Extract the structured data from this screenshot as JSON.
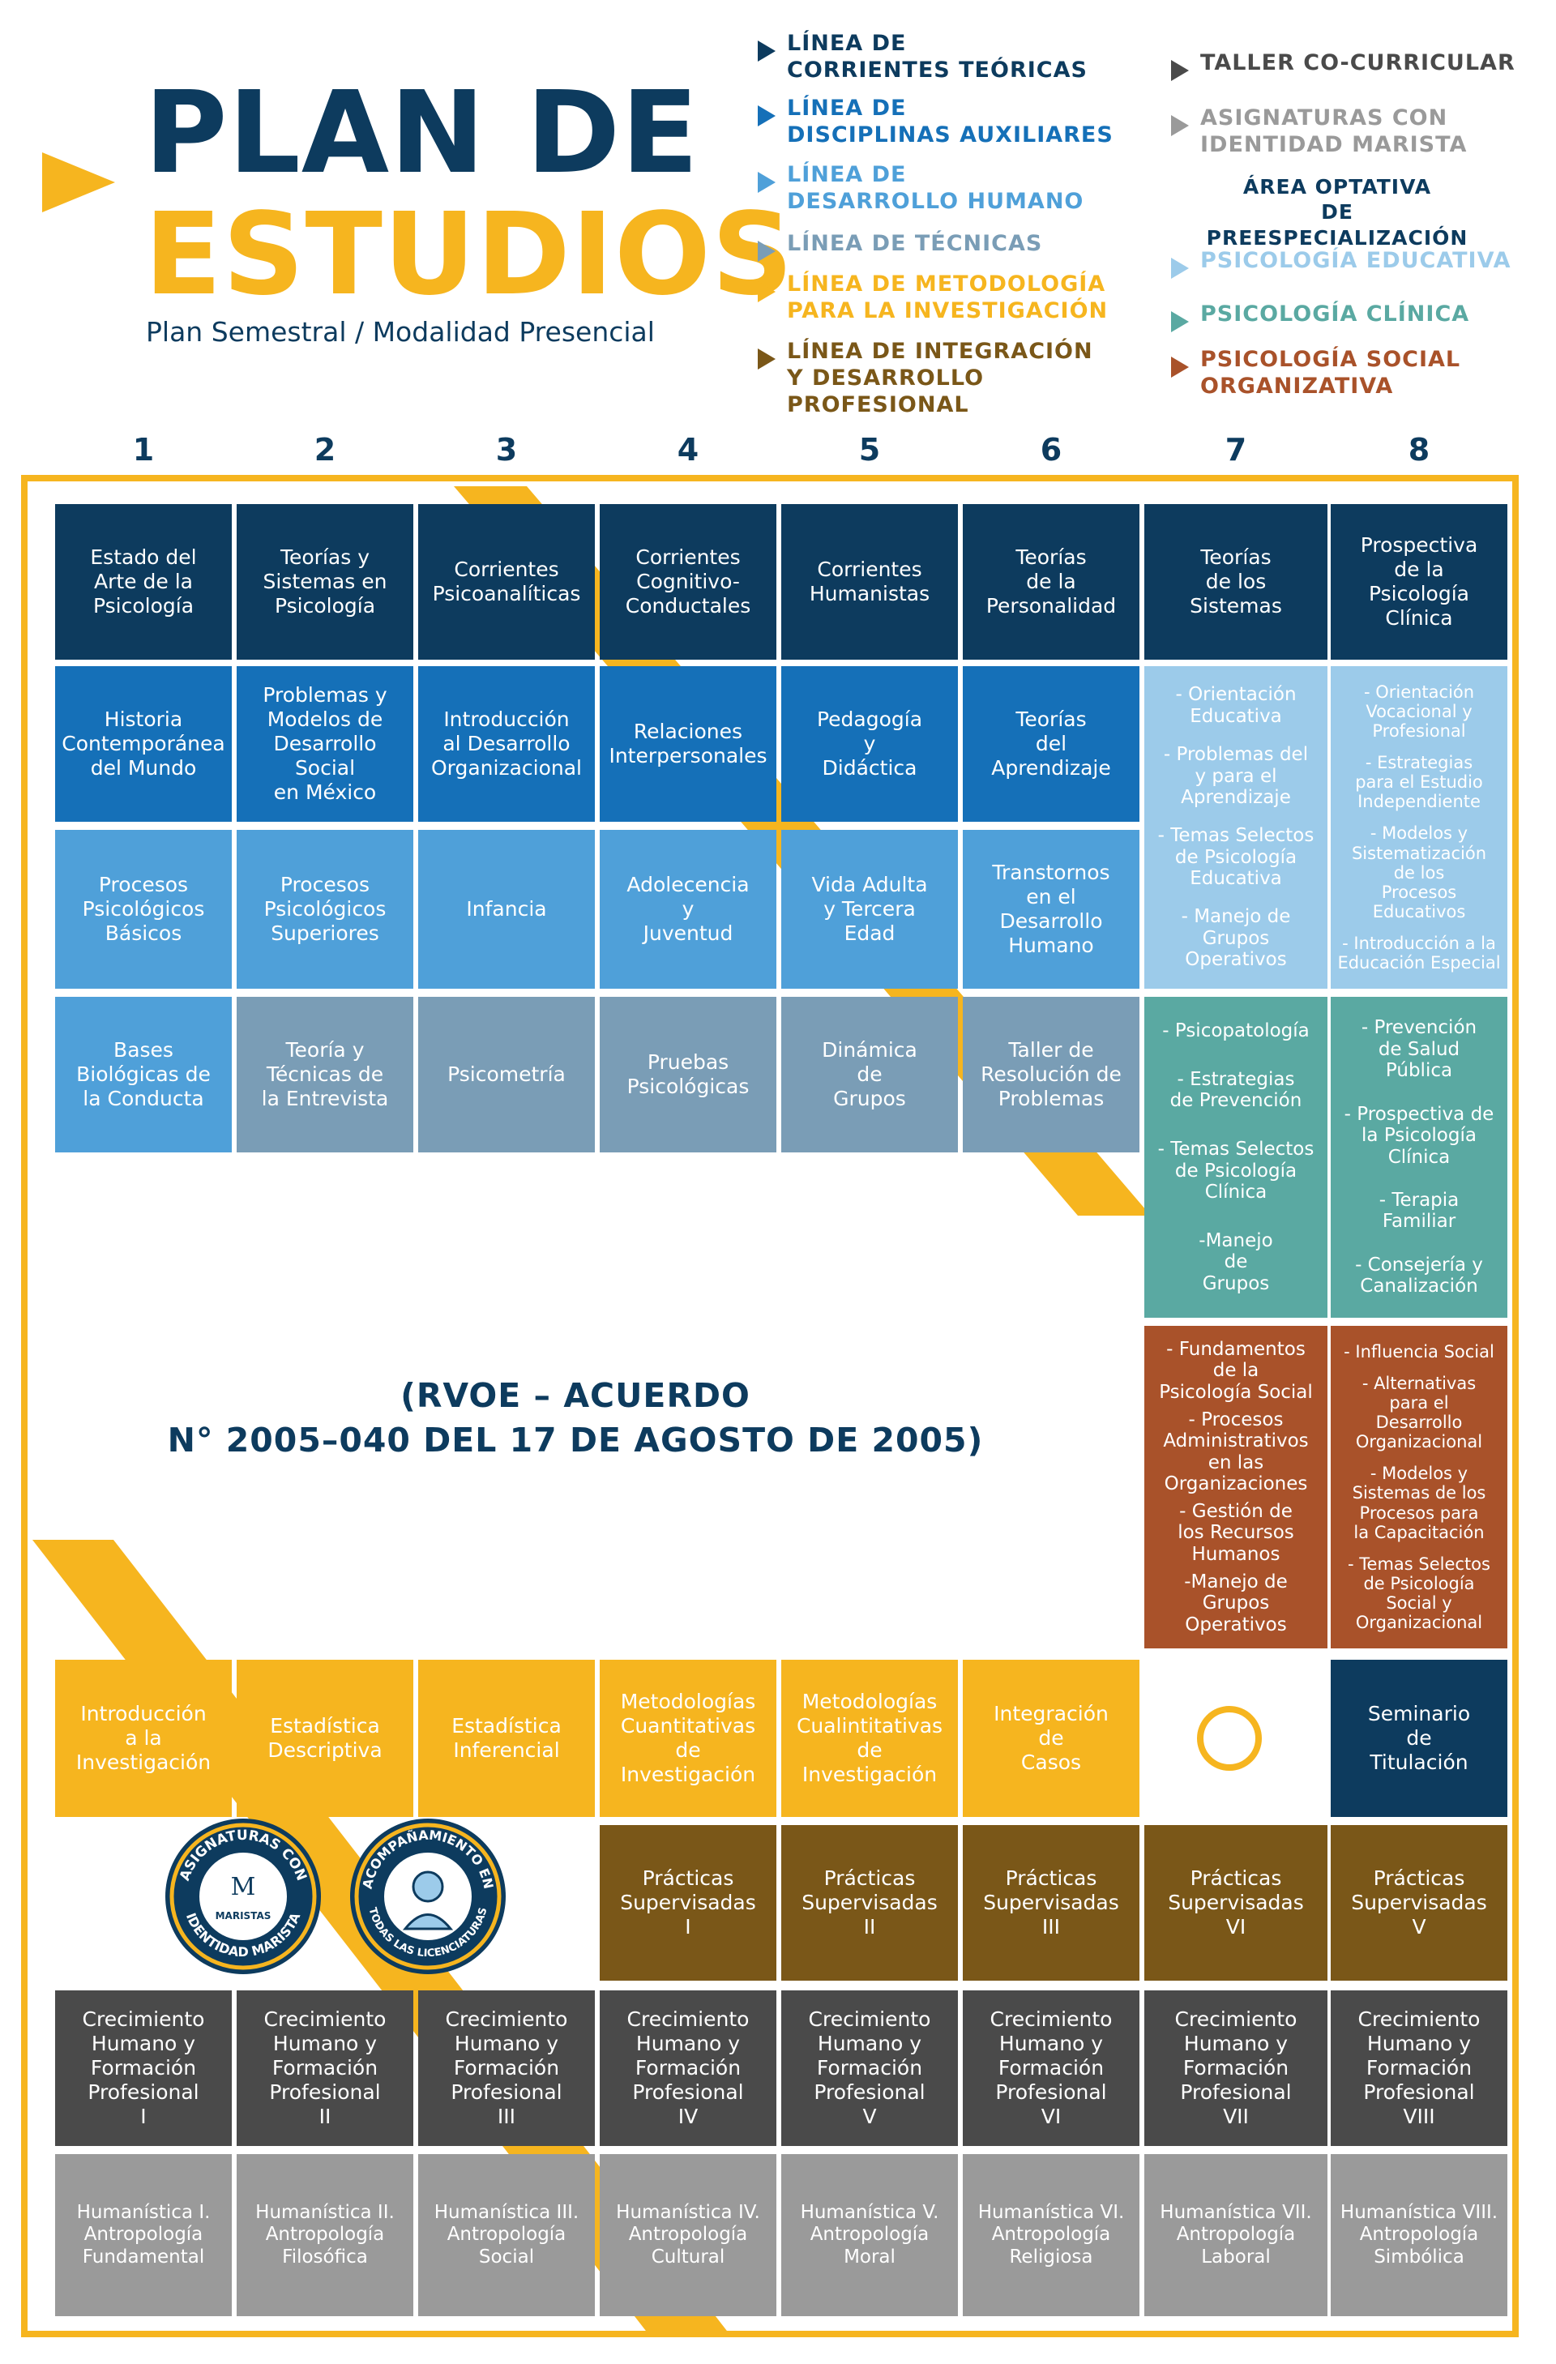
{
  "header": {
    "title_line1": "PLAN DE",
    "title_line2": "ESTUDIOS",
    "subtitle": "Plan Semestral / Modalidad Presencial"
  },
  "legend": {
    "items": [
      {
        "label": "LÍNEA DE\nCORRIENTES TEÓRICAS",
        "color": "#0d3b5e"
      },
      {
        "label": "LÍNEA DE\nDISCIPLINAS AUXILIARES",
        "color": "#1570b8"
      },
      {
        "label": "LÍNEA DE\nDESARROLLO HUMANO",
        "color": "#4fa0d9"
      },
      {
        "label": "LÍNEA DE TÉCNICAS",
        "color": "#7a9db6"
      },
      {
        "label": "LÍNEA DE METODOLOGÍA\nPARA LA INVESTIGACIÓN",
        "color": "#f6b51f"
      },
      {
        "label": "LÍNEA DE INTEGRACIÓN\nY DESARROLLO\nPROFESIONAL",
        "color": "#7a5718"
      }
    ],
    "right_items": [
      {
        "label": "TALLER CO-CURRICULAR",
        "color": "#4a4a4a"
      },
      {
        "label": "ASIGNATURAS CON\nIDENTIDAD MARISTA",
        "color": "#9a9a9a"
      }
    ],
    "area_title": "ÁREA OPTATIVA\nDE PREESPECIALIZACIÓN",
    "area_items": [
      {
        "label": "PSICOLOGÍA EDUCATIVA",
        "color": "#9ccbea"
      },
      {
        "label": "PSICOLOGÍA CLÍNICA",
        "color": "#5aa9a2"
      },
      {
        "label": "PSICOLOGÍA SOCIAL\nORGANIZATIVA",
        "color": "#a9522a"
      }
    ]
  },
  "semesters": [
    "1",
    "2",
    "3",
    "4",
    "5",
    "6",
    "7",
    "8"
  ],
  "rows": {
    "teoricas": [
      "Estado del\nArte de la\nPsicología",
      "Teorías y\nSistemas en\nPsicología",
      "Corrientes\nPsicoanalíticas",
      "Corrientes\nCognitivo-\nConductales",
      "Corrientes\nHumanistas",
      "Teorías\nde la\nPersonalidad",
      "Teorías\nde los\nSistemas",
      "Prospectiva\nde la\nPsicología\nClínica"
    ],
    "auxiliares": [
      "Historia\nContemporánea\ndel Mundo",
      "Problemas y\nModelos de\nDesarrollo Social\nen México",
      "Introducción\nal Desarrollo\nOrganizacional",
      "Relaciones\nInterpersonales",
      "Pedagogía\ny\nDidáctica",
      "Teorías\ndel\nAprendizaje"
    ],
    "humano": [
      "Procesos\nPsicológicos\nBásicos",
      "Procesos\nPsicológicos\nSuperiores",
      "Infancia",
      "Adolecencia\ny\nJuventud",
      "Vida Adulta\ny Tercera\nEdad",
      "Transtornos\nen el\nDesarrollo\nHumano"
    ],
    "tecnicas": [
      "Bases\nBiológicas de\nla Conducta",
      "Teoría y\nTécnicas de\nla Entrevista",
      "Psicometría",
      "Pruebas\nPsicológicas",
      "Dinámica\nde\nGrupos",
      "Taller de\nResolución de\nProblemas"
    ],
    "metodologia": [
      "Introducción\na la\nInvestigación",
      "Estadística\nDescriptiva",
      "Estadística\nInferencial",
      "Metodologías\nCuantitativas de\nInvestigación",
      "Metodologías\nCualintitativas de\nInvestigación",
      "Integración\nde\nCasos"
    ],
    "seminario": "Seminario\nde\nTitulación",
    "practicas": [
      "Prácticas\nSupervisadas\nI",
      "Prácticas\nSupervisadas\nII",
      "Prácticas\nSupervisadas\nIII",
      "Prácticas\nSupervisadas\nVI",
      "Prácticas\nSupervisadas\nV"
    ],
    "crecimiento": [
      "Crecimiento\nHumano y\nFormación\nProfesional\nI",
      "Crecimiento\nHumano y\nFormación\nProfesional\nII",
      "Crecimiento\nHumano y\nFormación\nProfesional\nIII",
      "Crecimiento\nHumano y\nFormación\nProfesional\nIV",
      "Crecimiento\nHumano y\nFormación\nProfesional\nV",
      "Crecimiento\nHumano y\nFormación\nProfesional\nVI",
      "Crecimiento\nHumano y\nFormación\nProfesional\nVII",
      "Crecimiento\nHumano y\nFormación\nProfesional\nVIII"
    ],
    "humanistica": [
      "Humanística I.\nAntropología\nFundamental",
      "Humanística II.\nAntropología\nFilosófica",
      "Humanística III.\nAntropología\nSocial",
      "Humanística IV.\nAntropología\nCultural",
      "Humanística V.\nAntropología\nMoral",
      "Humanística VI.\nAntropología\nReligiosa",
      "Humanística VII.\nAntropología\nLaboral",
      "Humanística VIII.\nAntropología\nSimbólica"
    ]
  },
  "optativas": {
    "educativa_7": [
      "- Orientación\nEducativa",
      "- Problemas del\ny para el\nAprendizaje",
      "- Temas Selectos\nde Psicología\nEducativa",
      "- Manejo de\nGrupos\nOperativos"
    ],
    "educativa_8": [
      "- Orientación\nVocacional y\nProfesional",
      "- Estrategias\npara el Estudio\nIndependiente",
      "- Modelos y\nSistematización\nde los\nProcesos\nEducativos",
      "- Introducción a la\nEducación Especial"
    ],
    "clinica_7": [
      "- Psicopatología",
      "- Estrategias\nde Prevención",
      "- Temas Selectos\nde Psicología\nClínica",
      "-Manejo\nde\nGrupos"
    ],
    "clinica_8": [
      "- Prevención\nde Salud\nPública",
      "- Prospectiva de\nla Psicología\nClínica",
      "- Terapia\nFamiliar",
      "- Consejería y\nCanalización"
    ],
    "social_7": [
      "- Fundamentos\nde la\nPsicología Social",
      "- Procesos\nAdministrativos\nen las\nOrganizaciones",
      "- Gestión de\nlos Recursos\nHumanos",
      "-Manejo de\nGrupos Operativos"
    ],
    "social_8": [
      "- Influencia Social",
      "- Alternativas\npara el\nDesarrollo\nOrganizacional",
      "- Modelos y\nSistemas de los\nProcesos para\nla Capacitación",
      "- Temas Selectos\nde Psicología\nSocial y\nOrganizacional"
    ]
  },
  "rvoe": "(RVOE – ACUERDO\nN° 2005–040 DEL 17 DE AGOSTO DE 2005)",
  "badges": {
    "badge1_top": "ASIGNATURAS CON",
    "badge1_bottom": "IDENTIDAD MARISTA",
    "badge1_center": "MARISTAS",
    "badge2_top": "ACOMPAÑAMIENTO EN",
    "badge2_bottom": "TODAS LAS LICENCIATURAS"
  },
  "colors": {
    "navy": "#0d3b5e",
    "blue": "#1570b8",
    "lightblue": "#4fa0d9",
    "grayblue": "#7a9db6",
    "yellow": "#f6b51f",
    "brown": "#7a5718",
    "darkgray": "#4a4a4a",
    "gray": "#9a9a9a",
    "educativa": "#9ccbea",
    "clinica": "#5aa9a2",
    "social": "#a9522a"
  }
}
